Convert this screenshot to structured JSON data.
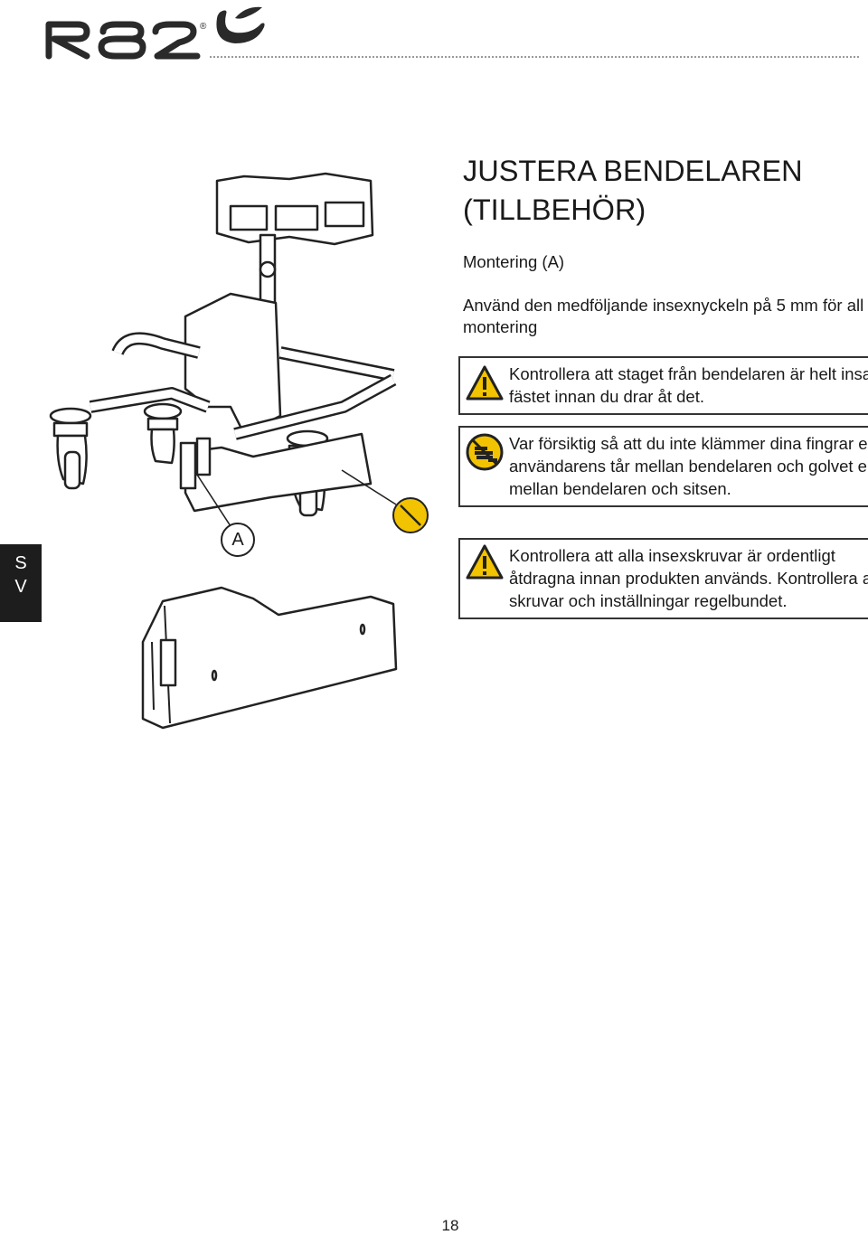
{
  "brand": {
    "logo_text": "R82",
    "registered_mark": "®"
  },
  "section": {
    "title_line1": "JUSTERA BENDELAREN",
    "title_line2": "(TILLBEHÖR)",
    "subtitle": "Montering (A)",
    "intro": "Använd den medföljande insexnyckeln på 5 mm för all montering"
  },
  "notices": [
    {
      "icon": "warning-triangle-icon",
      "text": "Kontrollera att staget från bendelaren är helt insatt i fästet innan du drar åt det."
    },
    {
      "icon": "pinch-hazard-icon",
      "text": "Var försiktig så att du inte klämmer dina fingrar eller användarens tår mellan ben­delaren och golvet eller mellan bendelaren och sitsen."
    },
    {
      "icon": "warning-triangle-icon",
      "text": "Kontrollera att alla insexskruvar är ordent­ligt åtdragna innan produkten används. Kontrollera alla skruvar och inställningar regelbundet."
    }
  ],
  "figure": {
    "callout_label": "A"
  },
  "language_tab": {
    "line1": "S",
    "line2": "V"
  },
  "page_number": "18",
  "colors": {
    "warning_yellow": "#f2c300",
    "tab_bg": "#1d1d1d",
    "text": "#1a1a1a"
  }
}
